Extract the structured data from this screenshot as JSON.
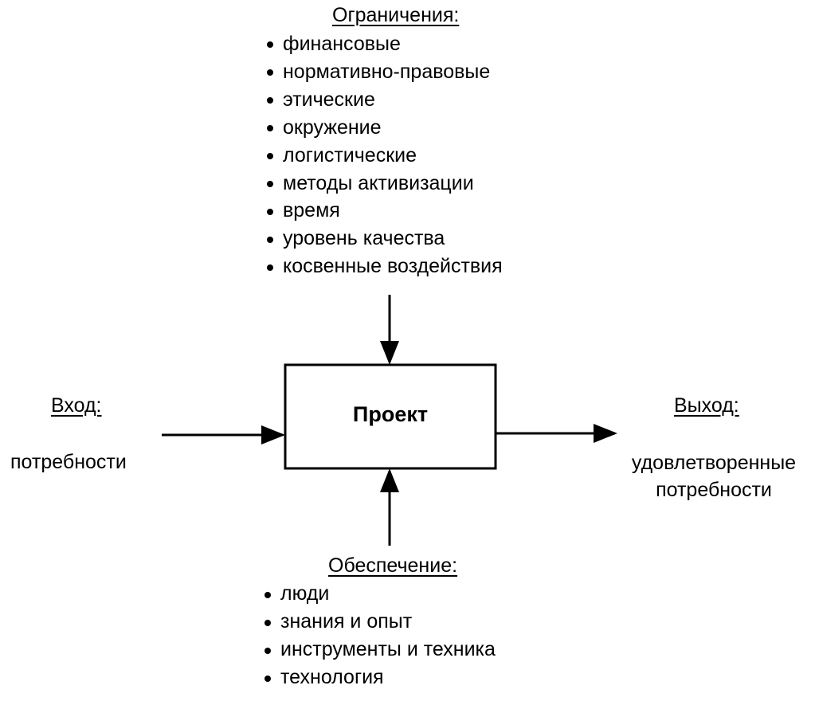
{
  "constraints": {
    "heading": "Ограничения:",
    "items": [
      "финансовые",
      "нормативно-правовые",
      "этические",
      "окружение",
      "логистические",
      "методы активизации",
      "время",
      "уровень качества",
      "косвенные воздействия"
    ]
  },
  "input": {
    "heading": "Вход:",
    "text": "потребности"
  },
  "process": {
    "title": "Проект"
  },
  "output": {
    "heading": "Выход:",
    "line1": "удовлетворенные",
    "line2": "потребности"
  },
  "support": {
    "heading": "Обеспечение:",
    "items": [
      "люди",
      "знания и опыт",
      "инструменты и техника",
      "технология"
    ]
  }
}
